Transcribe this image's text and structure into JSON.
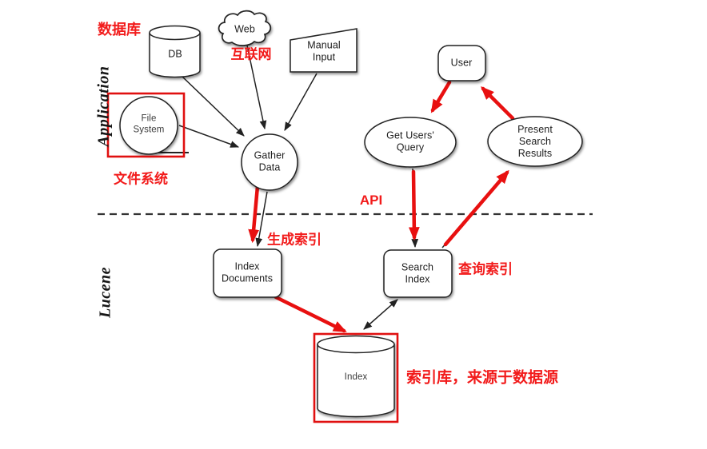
{
  "sections": {
    "application": {
      "label": "Application"
    },
    "lucene": {
      "label": "Lucene"
    }
  },
  "nodes": {
    "db": {
      "label": "DB"
    },
    "web": {
      "label": "Web"
    },
    "manual_input": {
      "label": "Manual\nInput"
    },
    "file_system": {
      "label": "File\nSystem"
    },
    "gather_data": {
      "label": "Gather\nData"
    },
    "user": {
      "label": "User"
    },
    "get_users_query": {
      "label": "Get Users'\nQuery"
    },
    "present_search_results": {
      "label": "Present\nSearch\nResults"
    },
    "index_documents": {
      "label": "Index\nDocuments"
    },
    "search_index": {
      "label": "Search\nIndex"
    },
    "index_store": {
      "label": "Index"
    }
  },
  "annotations": {
    "database": "数据库",
    "internet": "互联网",
    "file_system": "文件系统",
    "build_index": "生成索引",
    "api": "API",
    "query_index": "查询索引",
    "index_store": "索引库，来源于数据源"
  },
  "colors": {
    "annotation_red": "#f21b1b",
    "arrow_red": "#e81010",
    "highlight_box_red": "#e01010",
    "stroke_black": "#222222",
    "node_fill": "#ffffff"
  }
}
